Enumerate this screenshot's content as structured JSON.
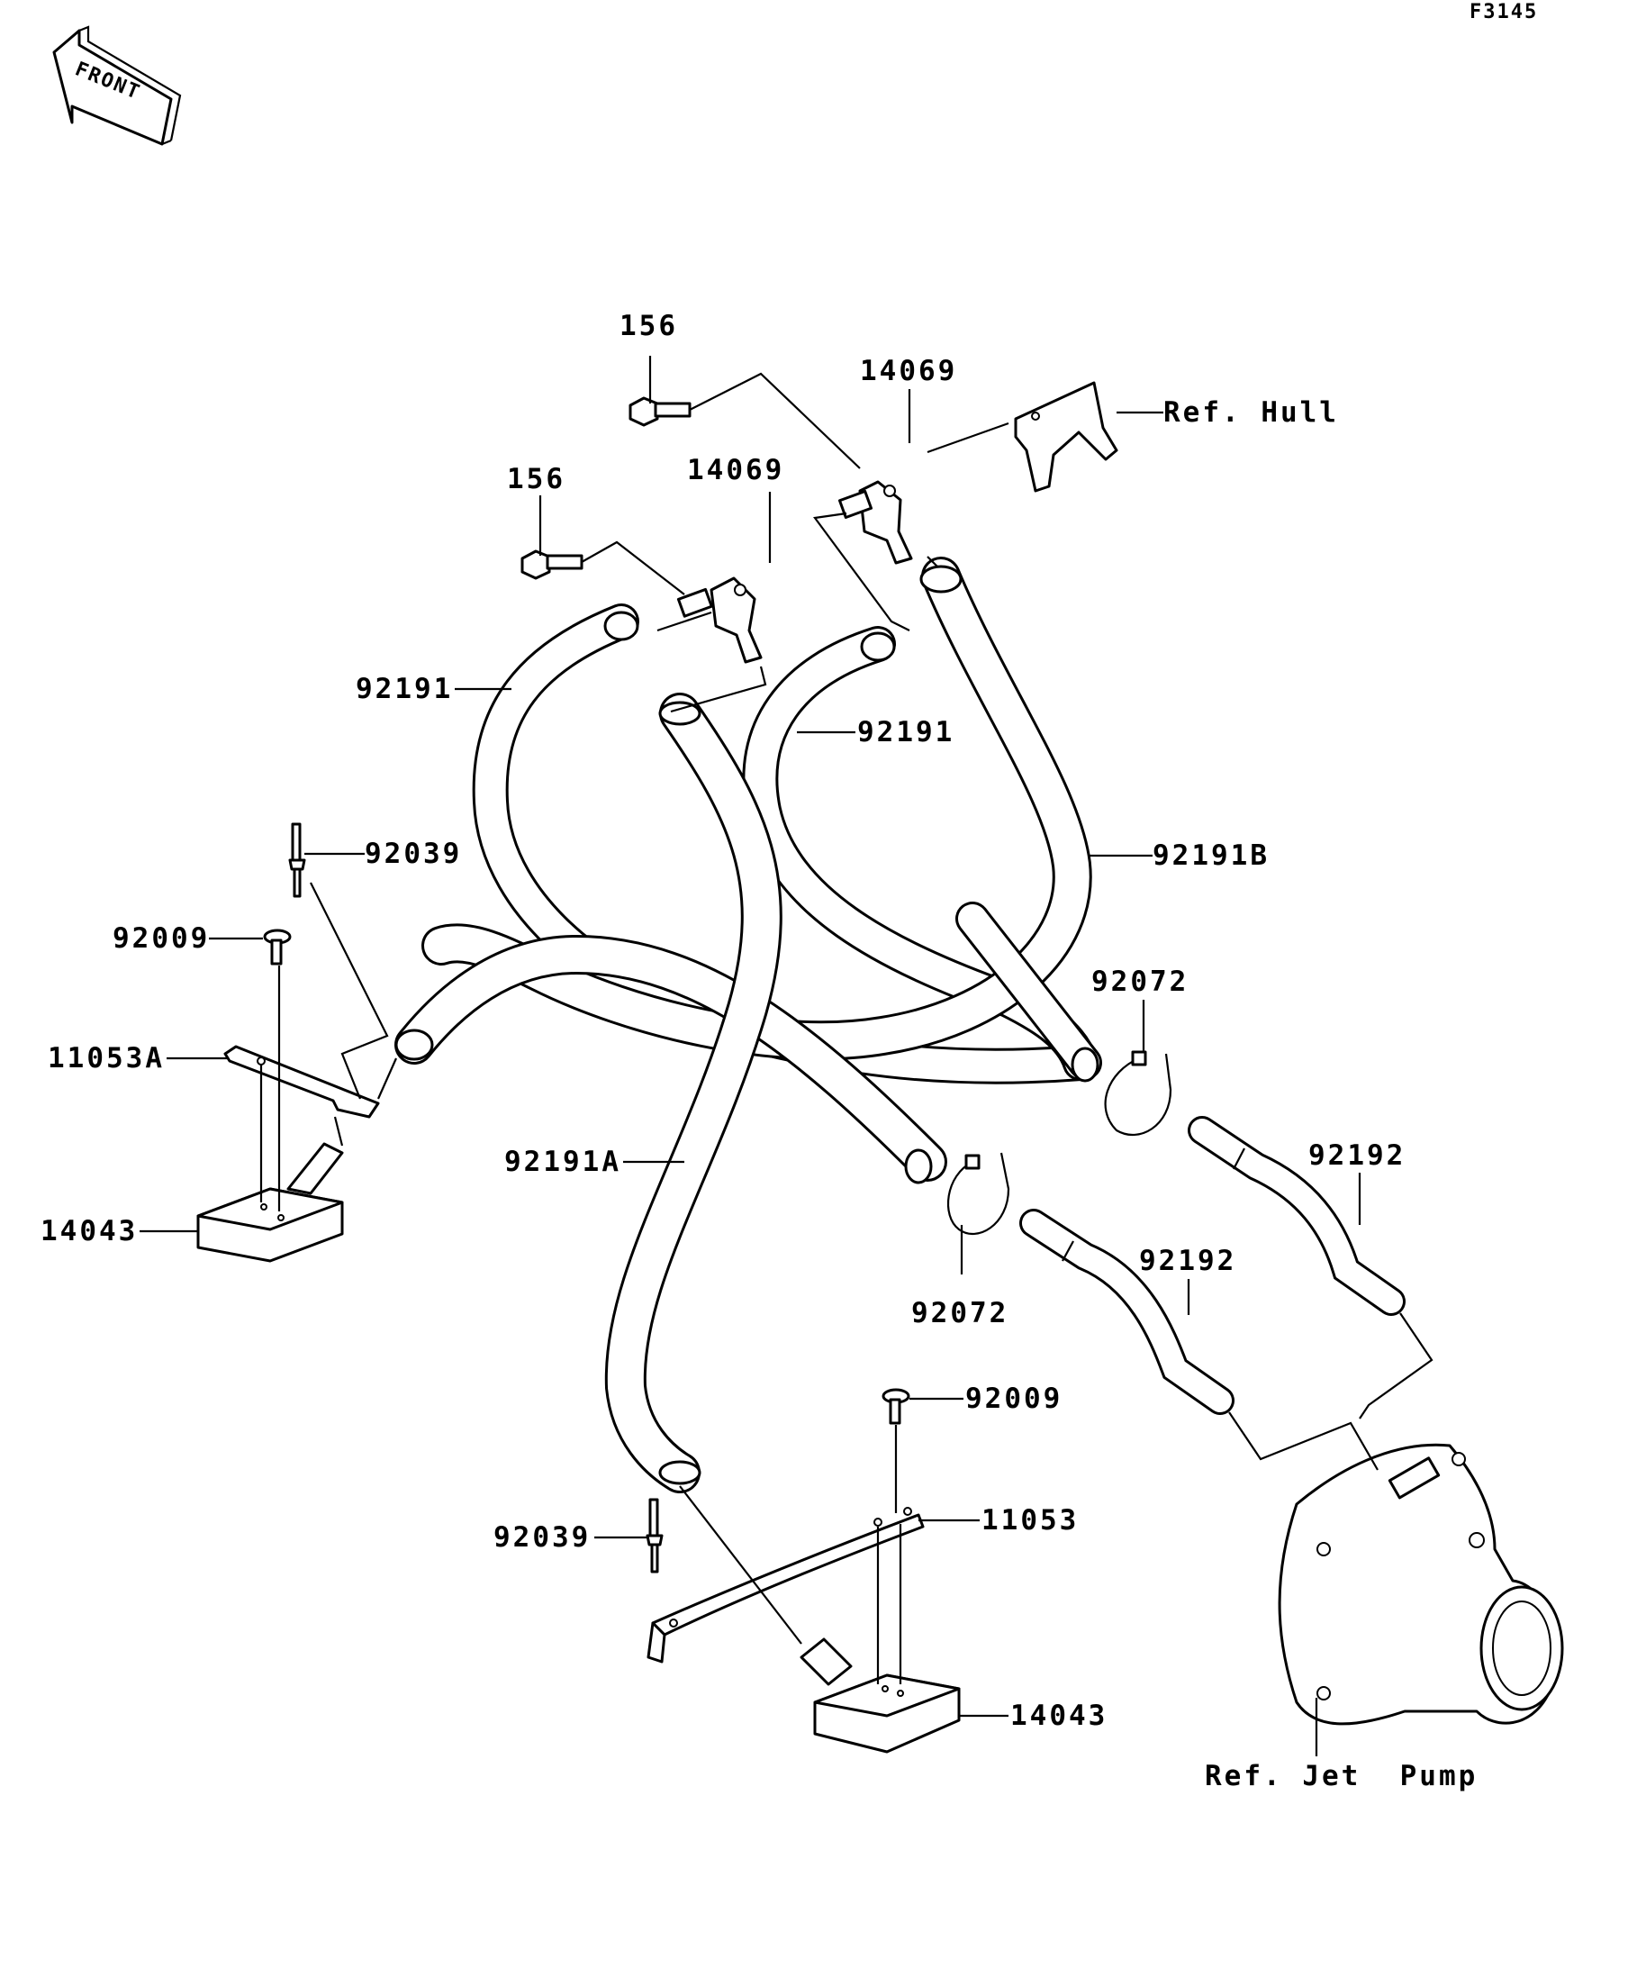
{
  "figure_code": "F3145",
  "front_badge": "FRONT",
  "callouts": {
    "bolt_156_upper": "156",
    "bolt_156_lower": "156",
    "fitting_14069_upper": "14069",
    "fitting_14069_lower": "14069",
    "ref_hull": "Ref. Hull",
    "hose_92191_left": "92191",
    "hose_92191_right": "92191",
    "hose_92191B": "92191B",
    "hose_92191A": "92191A",
    "rivet_92039_upper": "92039",
    "rivet_92039_lower": "92039",
    "screw_92009_upper": "92009",
    "screw_92009_lower": "92009",
    "bracket_11053A": "11053A",
    "bracket_11053": "11053",
    "strainer_14043_left": "14043",
    "strainer_14043_right": "14043",
    "band_92072_upper": "92072",
    "band_92072_lower": "92072",
    "tube_92192_upper": "92192",
    "tube_92192_lower": "92192",
    "ref_jet_pump": "Ref. Jet  Pump"
  }
}
